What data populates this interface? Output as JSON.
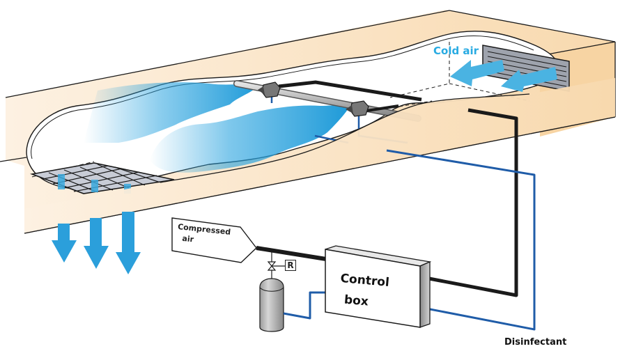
{
  "diagram": {
    "title": "Ceiling air-conditioner disinfectant spraying system",
    "labels": {
      "cold_air": "Cold air",
      "compressed_air_line1": "Compressed",
      "compressed_air_line2": "air",
      "control_box_line1": "Control",
      "control_box_line2": "box",
      "regulator": "R",
      "disinfectant": "Disinfectant"
    },
    "components": [
      {
        "id": "ceiling-duct",
        "name": "Ceiling AC unit (cut-away)"
      },
      {
        "id": "intake-grille",
        "name": "Cold air intake grille"
      },
      {
        "id": "spray-nozzles",
        "name": "Spray nozzles on header pipe",
        "count": 2
      },
      {
        "id": "outlet-grille",
        "name": "Outlet grille"
      },
      {
        "id": "downflow-arrows",
        "name": "Treated air downflow",
        "count": 3
      },
      {
        "id": "compressed-air-inlet",
        "name": "Compressed air inlet"
      },
      {
        "id": "regulator",
        "name": "Regulator valve"
      },
      {
        "id": "disinfectant-tank",
        "name": "Disinfectant tank"
      },
      {
        "id": "control-box",
        "name": "Control box"
      }
    ],
    "colors": {
      "duct_fill": "#f9dfb8",
      "mist_blue": "#29a3df",
      "arrow_blue": "#3aa9de",
      "air_line": "#1a1a1a",
      "liquid_line": "#1f5ca8",
      "outline": "#1a1a1a"
    }
  }
}
